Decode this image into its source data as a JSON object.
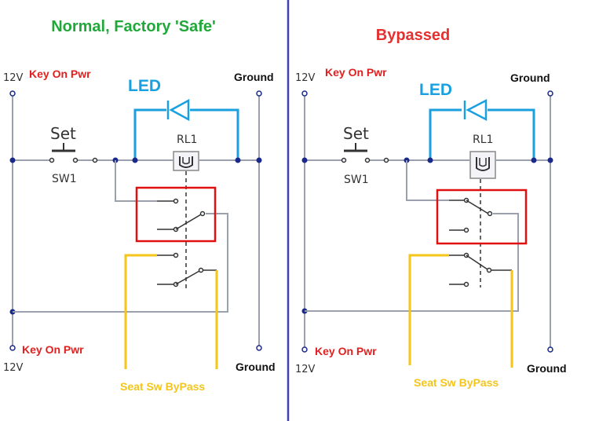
{
  "colors": {
    "heading_green": "#22a83a",
    "heading_red": "#e53030",
    "label_red": "#e02020",
    "led_blue": "#1aa0e0",
    "relay_box": "#e01010",
    "seat_yellow": "#f5c518",
    "divider": "#4040b0",
    "wire": "#9aa0ad",
    "node": "#1a2a8a"
  },
  "panels": [
    {
      "heading": "Normal, Factory 'Safe'",
      "top_voltage": "12V",
      "top_label": "Key On Pwr",
      "led_label": "LED",
      "relay_label": "RL1",
      "switch_label": "Set",
      "switch_id": "SW1",
      "ground_top": "Ground",
      "ground_bottom": "Ground",
      "bottom_label": "Key On Pwr",
      "bottom_voltage": "12V",
      "seat_label": "Seat Sw ByPass"
    },
    {
      "heading": "Bypassed",
      "top_voltage": "12V",
      "top_label": "Key On Pwr",
      "led_label": "LED",
      "relay_label": "RL1",
      "switch_label": "Set",
      "switch_id": "SW1",
      "ground_top": "Ground",
      "ground_bottom": "Ground",
      "bottom_label": "Key On Pwr",
      "bottom_voltage": "12V",
      "seat_label": "Seat Sw ByPass"
    }
  ]
}
